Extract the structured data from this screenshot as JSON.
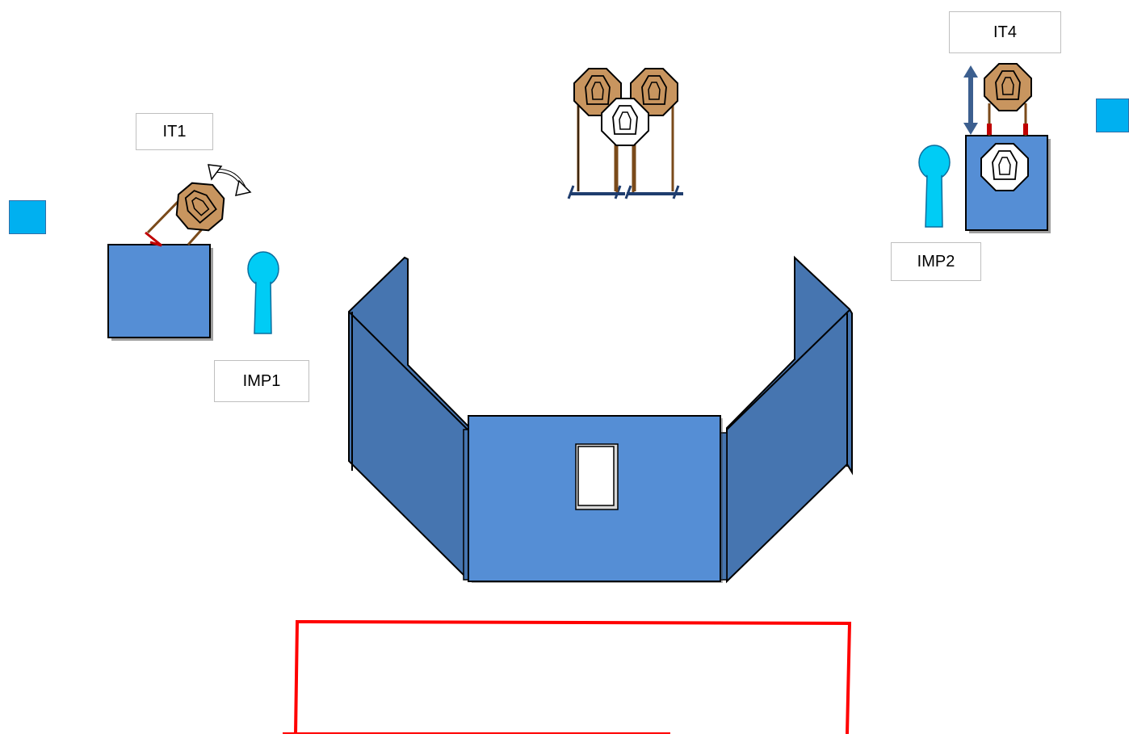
{
  "labels": {
    "it1": "IT1",
    "it4": "IT4",
    "imp1": "IMP1",
    "imp2": "IMP2"
  },
  "colors": {
    "wall_fill": "#558ed5",
    "wall_side": "#4675b0",
    "steel_target": "#c8955f",
    "paper_target": "#ffffff",
    "no_shoot_popper": "#00ccf5",
    "start_marker": "#00b0f0",
    "shooting_area": "#ff0000",
    "arrow": "#3c5f8f"
  },
  "icons": {
    "rotating_target": "rotate-arrow-icon",
    "moving_target": "vertical-double-arrow-icon",
    "popper": "popper-icon",
    "window": "window-port-icon"
  }
}
